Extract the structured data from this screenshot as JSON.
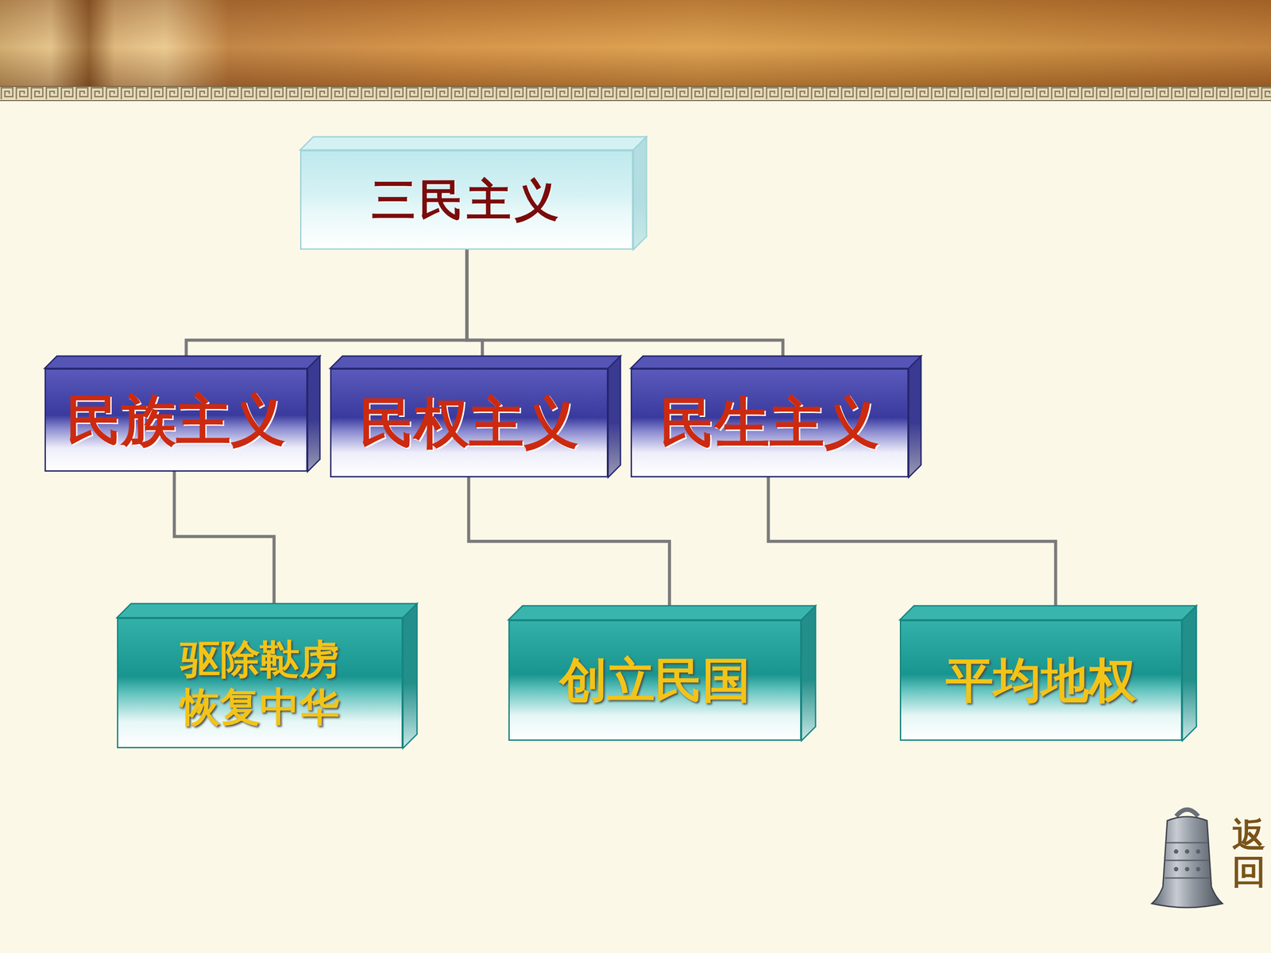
{
  "diagram": {
    "nodes": [
      {
        "text": [
          "三民主义"
        ]
      },
      {
        "text": [
          "民族主义"
        ]
      },
      {
        "text": [
          "民权主义"
        ]
      },
      {
        "text": [
          "民生主义"
        ]
      },
      {
        "text": [
          "驱除鞑虏 恢复中华"
        ]
      },
      {
        "text": [
          "创立民国"
        ]
      },
      {
        "text": [
          "平均地权"
        ]
      }
    ],
    "edges": [
      {
        "from": 0,
        "to": 1,
        "arrow": "none"
      },
      {
        "from": 0,
        "to": 2,
        "arrow": "none"
      },
      {
        "from": 0,
        "to": 3,
        "arrow": "none"
      },
      {
        "from": 1,
        "to": 4,
        "arrow": "none"
      },
      {
        "from": 2,
        "to": 5,
        "arrow": "none"
      },
      {
        "from": 3,
        "to": 6,
        "arrow": "none"
      }
    ],
    "labels": [
      "返回"
    ]
  }
}
